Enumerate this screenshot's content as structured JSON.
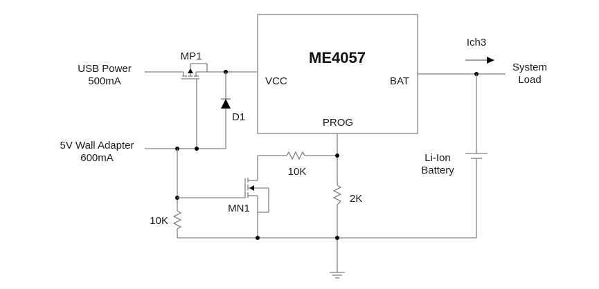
{
  "diagram": {
    "type": "circuit-schematic",
    "ic": {
      "name": "ME4057",
      "pins": {
        "vcc": "VCC",
        "bat": "BAT",
        "prog": "PROG"
      }
    },
    "inputs": {
      "usb": {
        "line1": "USB Power",
        "line2": "500mA"
      },
      "wall": {
        "line1": "5V Wall Adapter",
        "line2": "600mA"
      }
    },
    "components": {
      "mp1": "MP1",
      "d1": "D1",
      "mn1": "MN1",
      "r_gate": "10K",
      "r_series": "10K",
      "r_prog": "2K"
    },
    "current_label": "Ich3",
    "load": {
      "line1": "System",
      "line2": "Load"
    },
    "battery": {
      "line1": "Li-Ion",
      "line2": "Battery"
    }
  }
}
